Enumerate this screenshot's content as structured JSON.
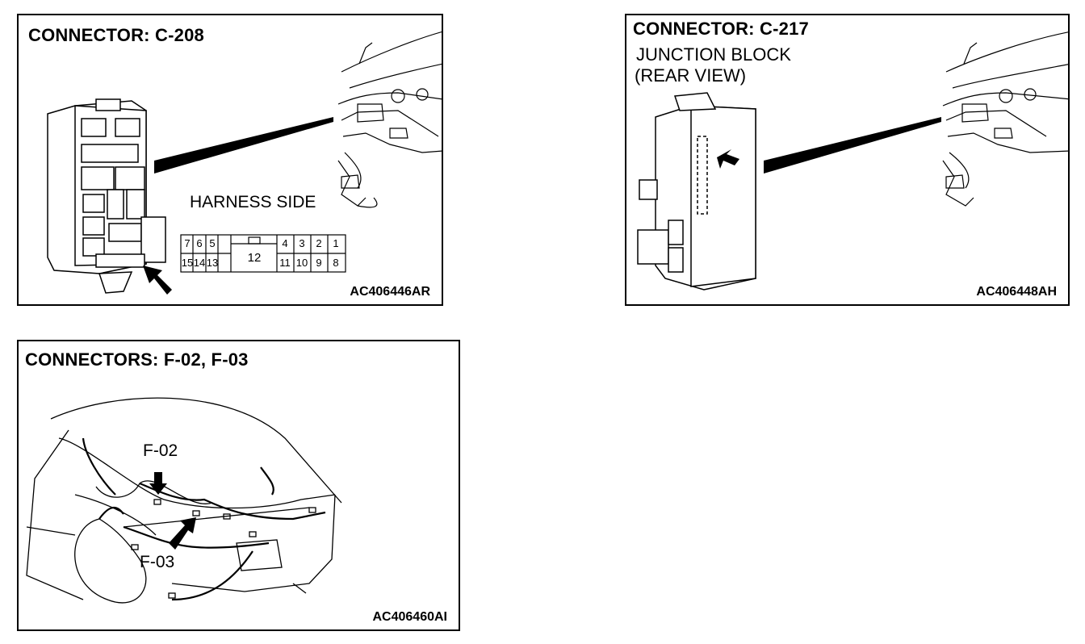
{
  "panels": [
    {
      "title": "CONNECTOR: C-208",
      "harness_label": "HARNESS SIDE",
      "code": "AC406446AR",
      "pins_top": [
        "7",
        "6",
        "5",
        "4",
        "3",
        "2",
        "1"
      ],
      "pins_bottom": [
        "15",
        "14",
        "13",
        "11",
        "10",
        "9",
        "8"
      ],
      "pin_center": "12"
    },
    {
      "title": "CONNECTOR: C-217",
      "subtitle_line1": "JUNCTION BLOCK",
      "subtitle_line2": "(REAR VIEW)",
      "code": "AC406448AH"
    },
    {
      "title": "CONNECTORS: F-02, F-03",
      "label_a": "F-02",
      "label_b": "F-03",
      "code": "AC406460AI"
    }
  ]
}
